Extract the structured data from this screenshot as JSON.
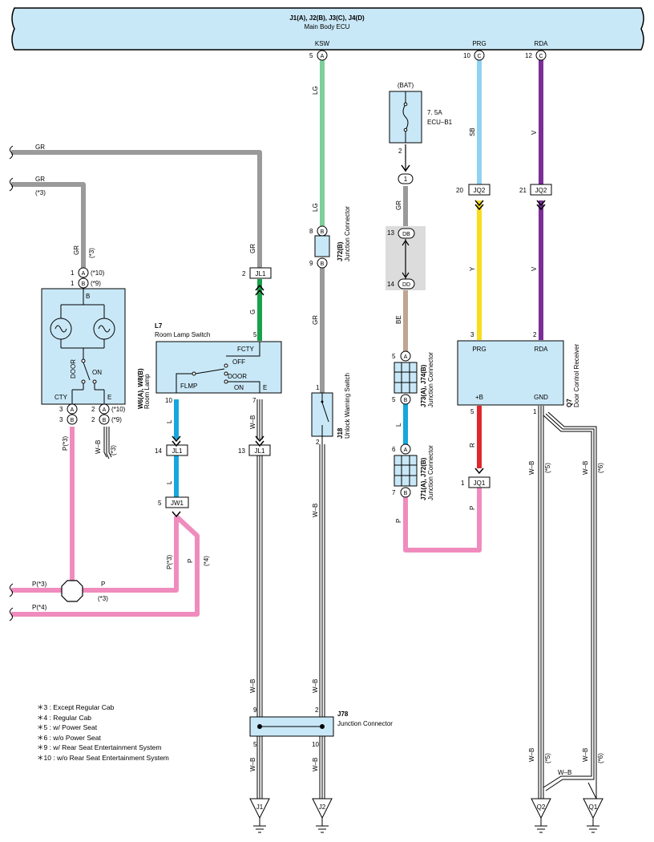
{
  "colors": {
    "gray": "#9a9a9a",
    "pink": "#f08cbd",
    "lightgreen": "#7fcf9a",
    "green": "#19a04b",
    "blue": "#17a6de",
    "skyblue": "#8fd3f0",
    "yellow": "#f9dc1b",
    "purple": "#7b2e98",
    "red": "#e0262e",
    "tan": "#c0a592",
    "box_fill": "#c9e8f7"
  },
  "ecu": {
    "connectors": "J1(A), J2(B), J3(C), J4(D)",
    "name": "Main Body ECU",
    "pins": [
      {
        "label": "KSW",
        "num": "5",
        "conn": "A"
      },
      {
        "label": "PRG",
        "num": "10",
        "conn": "C"
      },
      {
        "label": "RDA",
        "num": "12",
        "conn": "C"
      }
    ]
  },
  "fuse": {
    "source": "(BAT)",
    "rating": "7. 5A",
    "name": "ECU–B1",
    "pin": "2",
    "conn": "1"
  },
  "room_lamp": {
    "id": "W6(A), W8(B)",
    "name": "Room Lamp",
    "pins_top": [
      {
        "num": "1",
        "conn": "A",
        "note": "(*10)"
      },
      {
        "num": "1",
        "conn": "B",
        "note": "(*9)"
      }
    ],
    "pins_bottom": [
      {
        "num": "3",
        "conn": "A"
      },
      {
        "num": "3",
        "conn": "B"
      },
      {
        "num": "2",
        "conn": "A",
        "note": "(*10)"
      },
      {
        "num": "2",
        "conn": "B",
        "note": "(*9)"
      }
    ],
    "labels": {
      "b": "B",
      "door": "DOOR",
      "on": "ON",
      "cty": "CTY",
      "e": "E"
    }
  },
  "room_lamp_switch": {
    "id": "L7",
    "name": "Room Lamp Switch",
    "labels": {
      "fcty": "FCTY",
      "off": "OFF",
      "door": "DOOR",
      "flmp": "FLMP",
      "on": "ON",
      "e": "E"
    },
    "pins": {
      "top": "5",
      "bl": "10",
      "br": "7"
    }
  },
  "j72": {
    "id": "J72(B)",
    "name": "Junction Connector",
    "pin_top": "8",
    "pin_bot": "9",
    "conn": "B"
  },
  "j18": {
    "id": "J18",
    "name": "Unlock Warning Switch",
    "pin_top": "1",
    "pin_bot": "2"
  },
  "j73": {
    "id": "J73(A), J74(B)",
    "name": "Junction Connector",
    "pin_top": "5",
    "conn_top": "A",
    "pin_bot": "5",
    "conn_bot": "B"
  },
  "j71": {
    "id": "J71(A), J72(B)",
    "name": "Junction Connector",
    "pin_top": "6",
    "conn_top": "A",
    "pin_bot": "7",
    "conn_bot": "B"
  },
  "q7": {
    "id": "Q7",
    "name": "Door Control Receiver",
    "labels": {
      "prg": "PRG",
      "rda": "RDA",
      "plus_b": "+B",
      "gnd": "GND"
    },
    "pins": {
      "prg": "3",
      "rda": "2",
      "plus_b": "5",
      "gnd": "1"
    }
  },
  "j78": {
    "id": "J78",
    "name": "Junction Connector",
    "pins": {
      "tl": "9",
      "tr": "2",
      "bl": "5",
      "br": "10"
    }
  },
  "dd": {
    "top_num": "13",
    "top_conn": "DB",
    "bot_num": "14",
    "bot_conn": "DD"
  },
  "tags": {
    "jl1_top": {
      "num": "2",
      "name": "JL1"
    },
    "jl1_l": {
      "num": "14",
      "name": "JL1"
    },
    "jl1_r": {
      "num": "13",
      "name": "JL1"
    },
    "jw1": {
      "num": "5",
      "name": "JW1"
    },
    "jq2_a": {
      "num": "20",
      "name": "JQ2"
    },
    "jq2_b": {
      "num": "21",
      "name": "JQ2"
    },
    "jq1": {
      "num": "1",
      "name": "JQ1"
    }
  },
  "grounds": [
    "J1",
    "J2",
    "Q2",
    "Q1"
  ],
  "wires": {
    "gr": "GR",
    "lg": "LG",
    "g": "G",
    "l": "L",
    "wb": "W–B",
    "p": "P",
    "sb": "SB",
    "y": "Y",
    "v": "V",
    "r": "R",
    "be": "BE",
    "n3": "(*3)",
    "n4": "(*4)",
    "n5": "(*5)",
    "n6": "(*6)",
    "p3": "P(*3)",
    "p4": "P(*4)"
  },
  "legend": [
    "＊3 : Except Regular Cab",
    "＊4 : Regular Cab",
    "＊5 : w/ Power Seat",
    "＊6 : w/o Power Seat",
    "＊9 : w/ Rear Seat Entertainment System",
    "＊10 : w/o Rear Seat Entertainment System"
  ]
}
